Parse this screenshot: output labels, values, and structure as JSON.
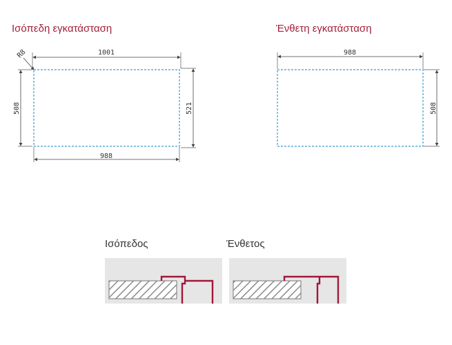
{
  "flush": {
    "title": "Ισόπεδη εγκατάσταση",
    "dim_top": "1001",
    "dim_bottom": "988",
    "dim_left": "508",
    "dim_right": "521",
    "radius": "R8"
  },
  "inset": {
    "title": "Ένθετη εγκατάσταση",
    "dim_top": "988",
    "dim_right": "508"
  },
  "profiles": [
    {
      "label": "Ισόπεδος"
    },
    {
      "label": "Ένθετος"
    }
  ],
  "colors": {
    "heading": "#a3203a",
    "outline": "#3a9bd1",
    "sink_profile": "#a0173a",
    "panel_bg": "#e6e6e6",
    "hatch": "#8a8a8a"
  }
}
